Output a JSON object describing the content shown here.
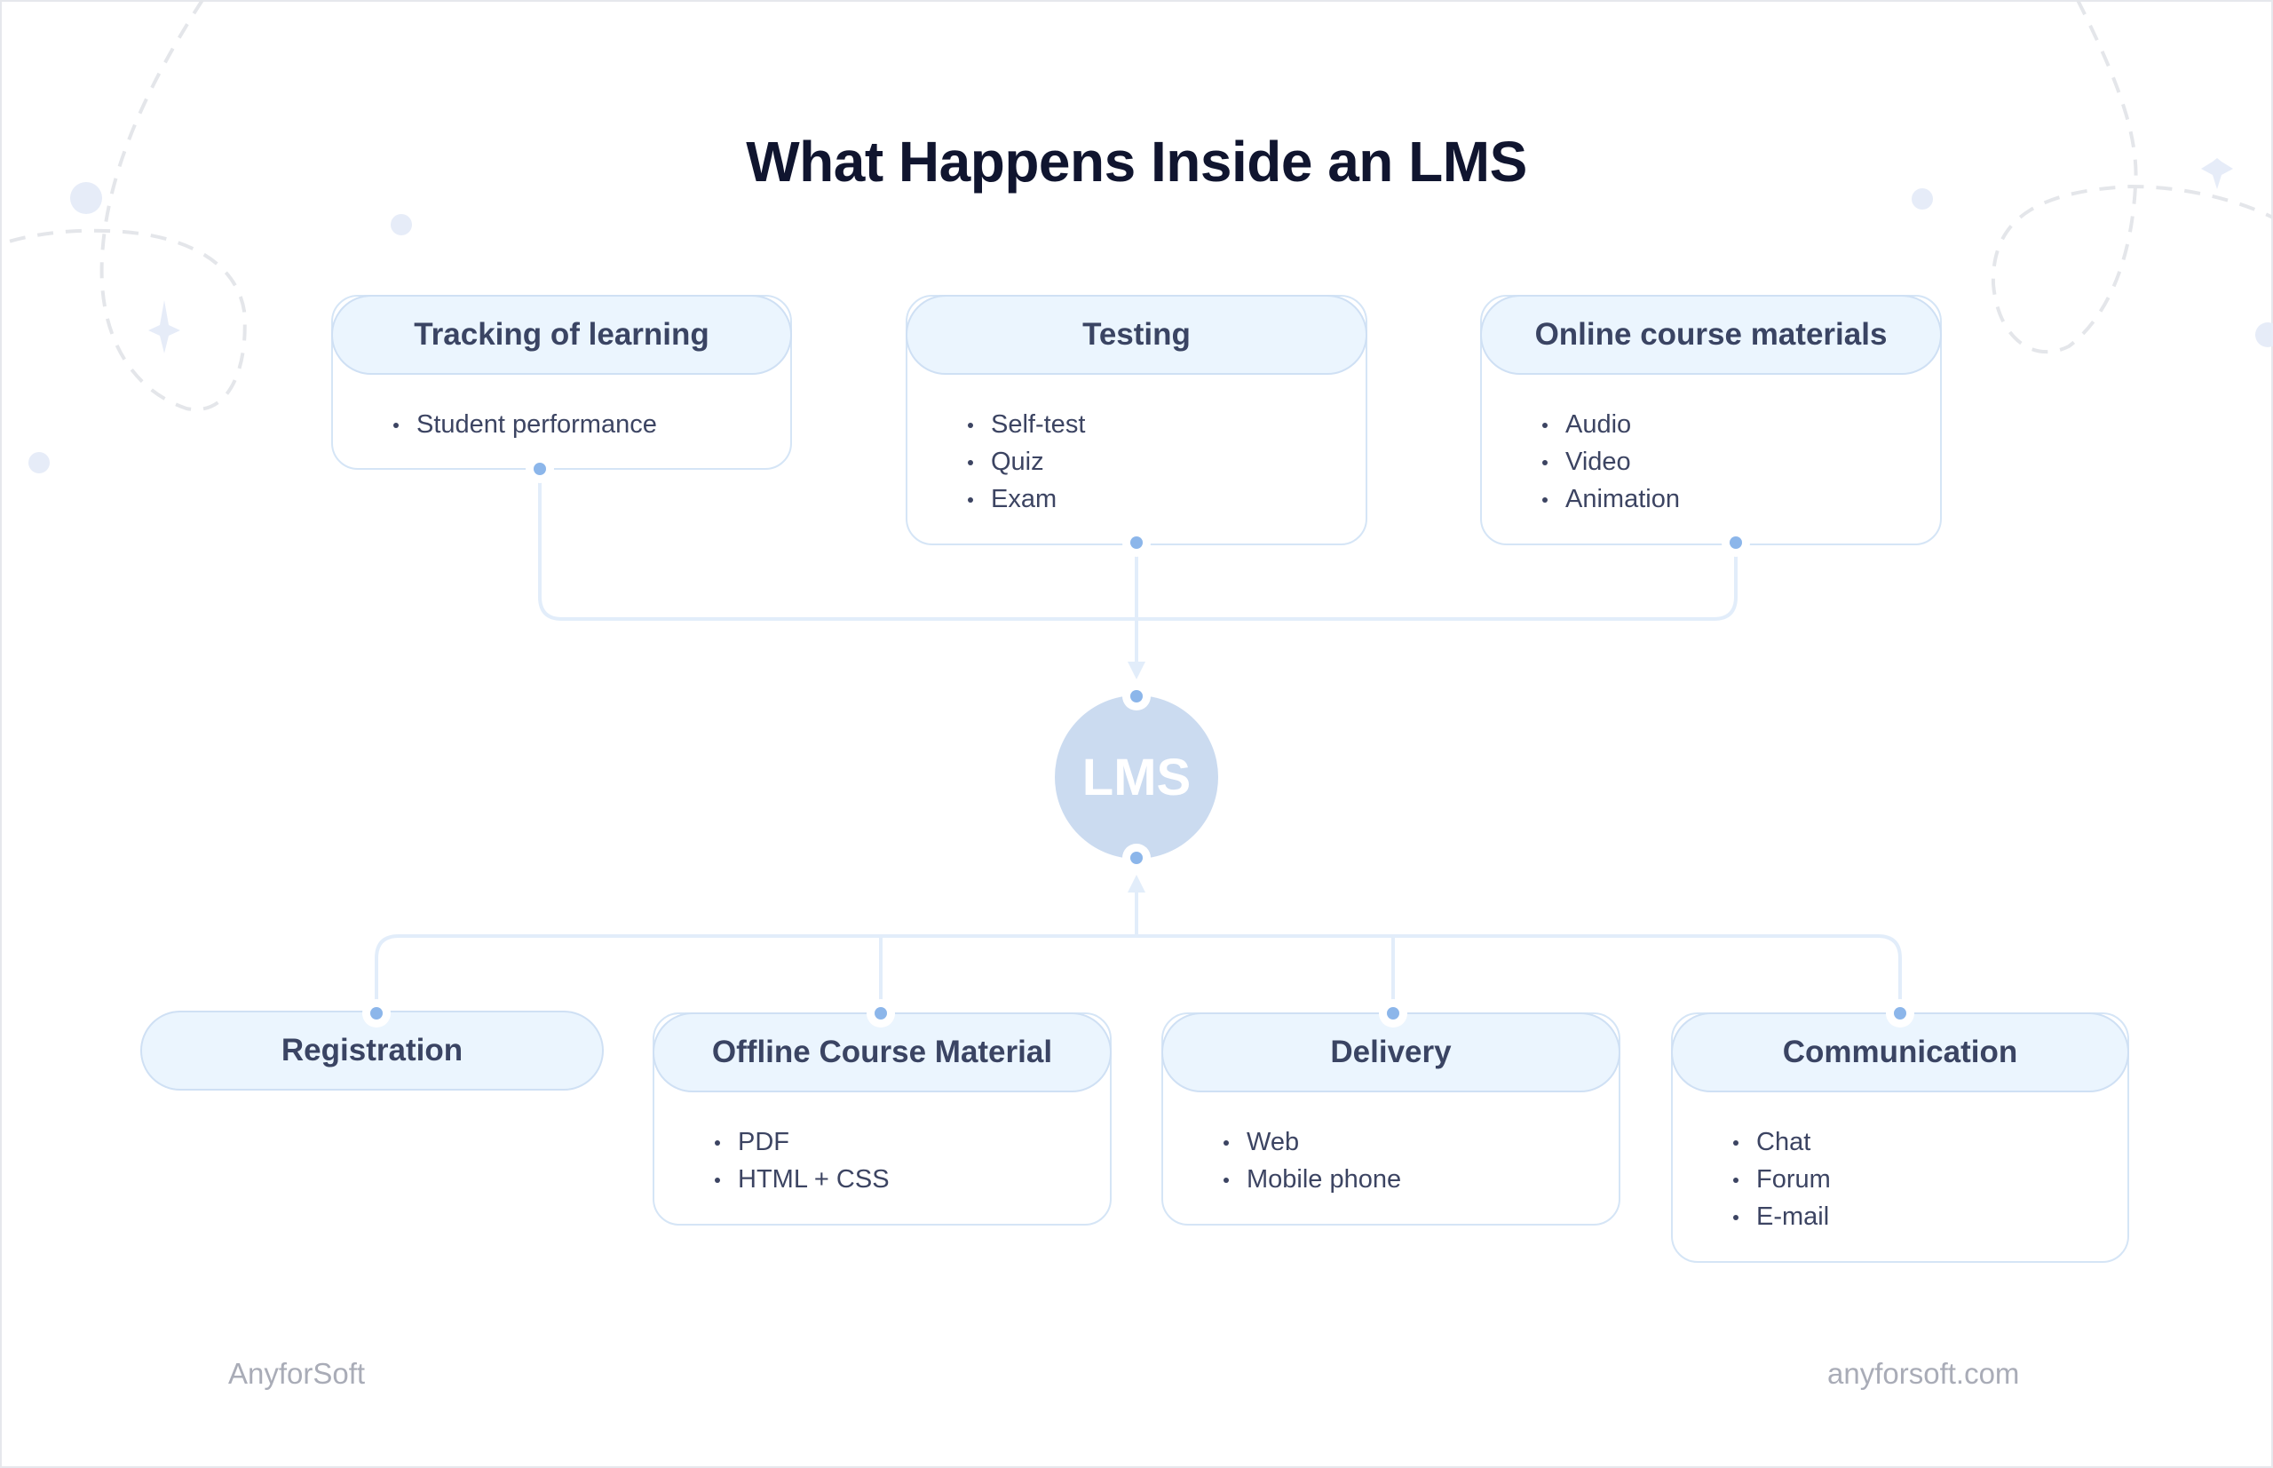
{
  "title": "What Happens Inside an LMS",
  "center": {
    "label": "LMS"
  },
  "top_nodes": [
    {
      "title": "Tracking of learning",
      "items": [
        "Student performance"
      ]
    },
    {
      "title": "Testing",
      "items": [
        "Self-test",
        "Quiz",
        "Exam"
      ]
    },
    {
      "title": "Online course materials",
      "items": [
        "Audio",
        "Video",
        "Animation"
      ]
    }
  ],
  "bottom_nodes": [
    {
      "title": "Registration",
      "items": []
    },
    {
      "title": "Offline Course Material",
      "items": [
        "PDF",
        "HTML + CSS"
      ]
    },
    {
      "title": "Delivery",
      "items": [
        "Web",
        "Mobile phone"
      ]
    },
    {
      "title": "Communication",
      "items": [
        "Chat",
        "Forum",
        "E-mail"
      ]
    }
  ],
  "footer": {
    "brand": "AnyforSoft",
    "website": "anyforsoft.com"
  },
  "colors": {
    "title": "#10152f",
    "node_header_fill": "#ebf5fe",
    "node_border": "#d5e5f6",
    "node_text": "#3a4463",
    "connector": "#e2edfa",
    "connector_dot": "#8cb6ea",
    "lms_fill": "#cbdbf0",
    "footer_text": "#a9acb7"
  }
}
